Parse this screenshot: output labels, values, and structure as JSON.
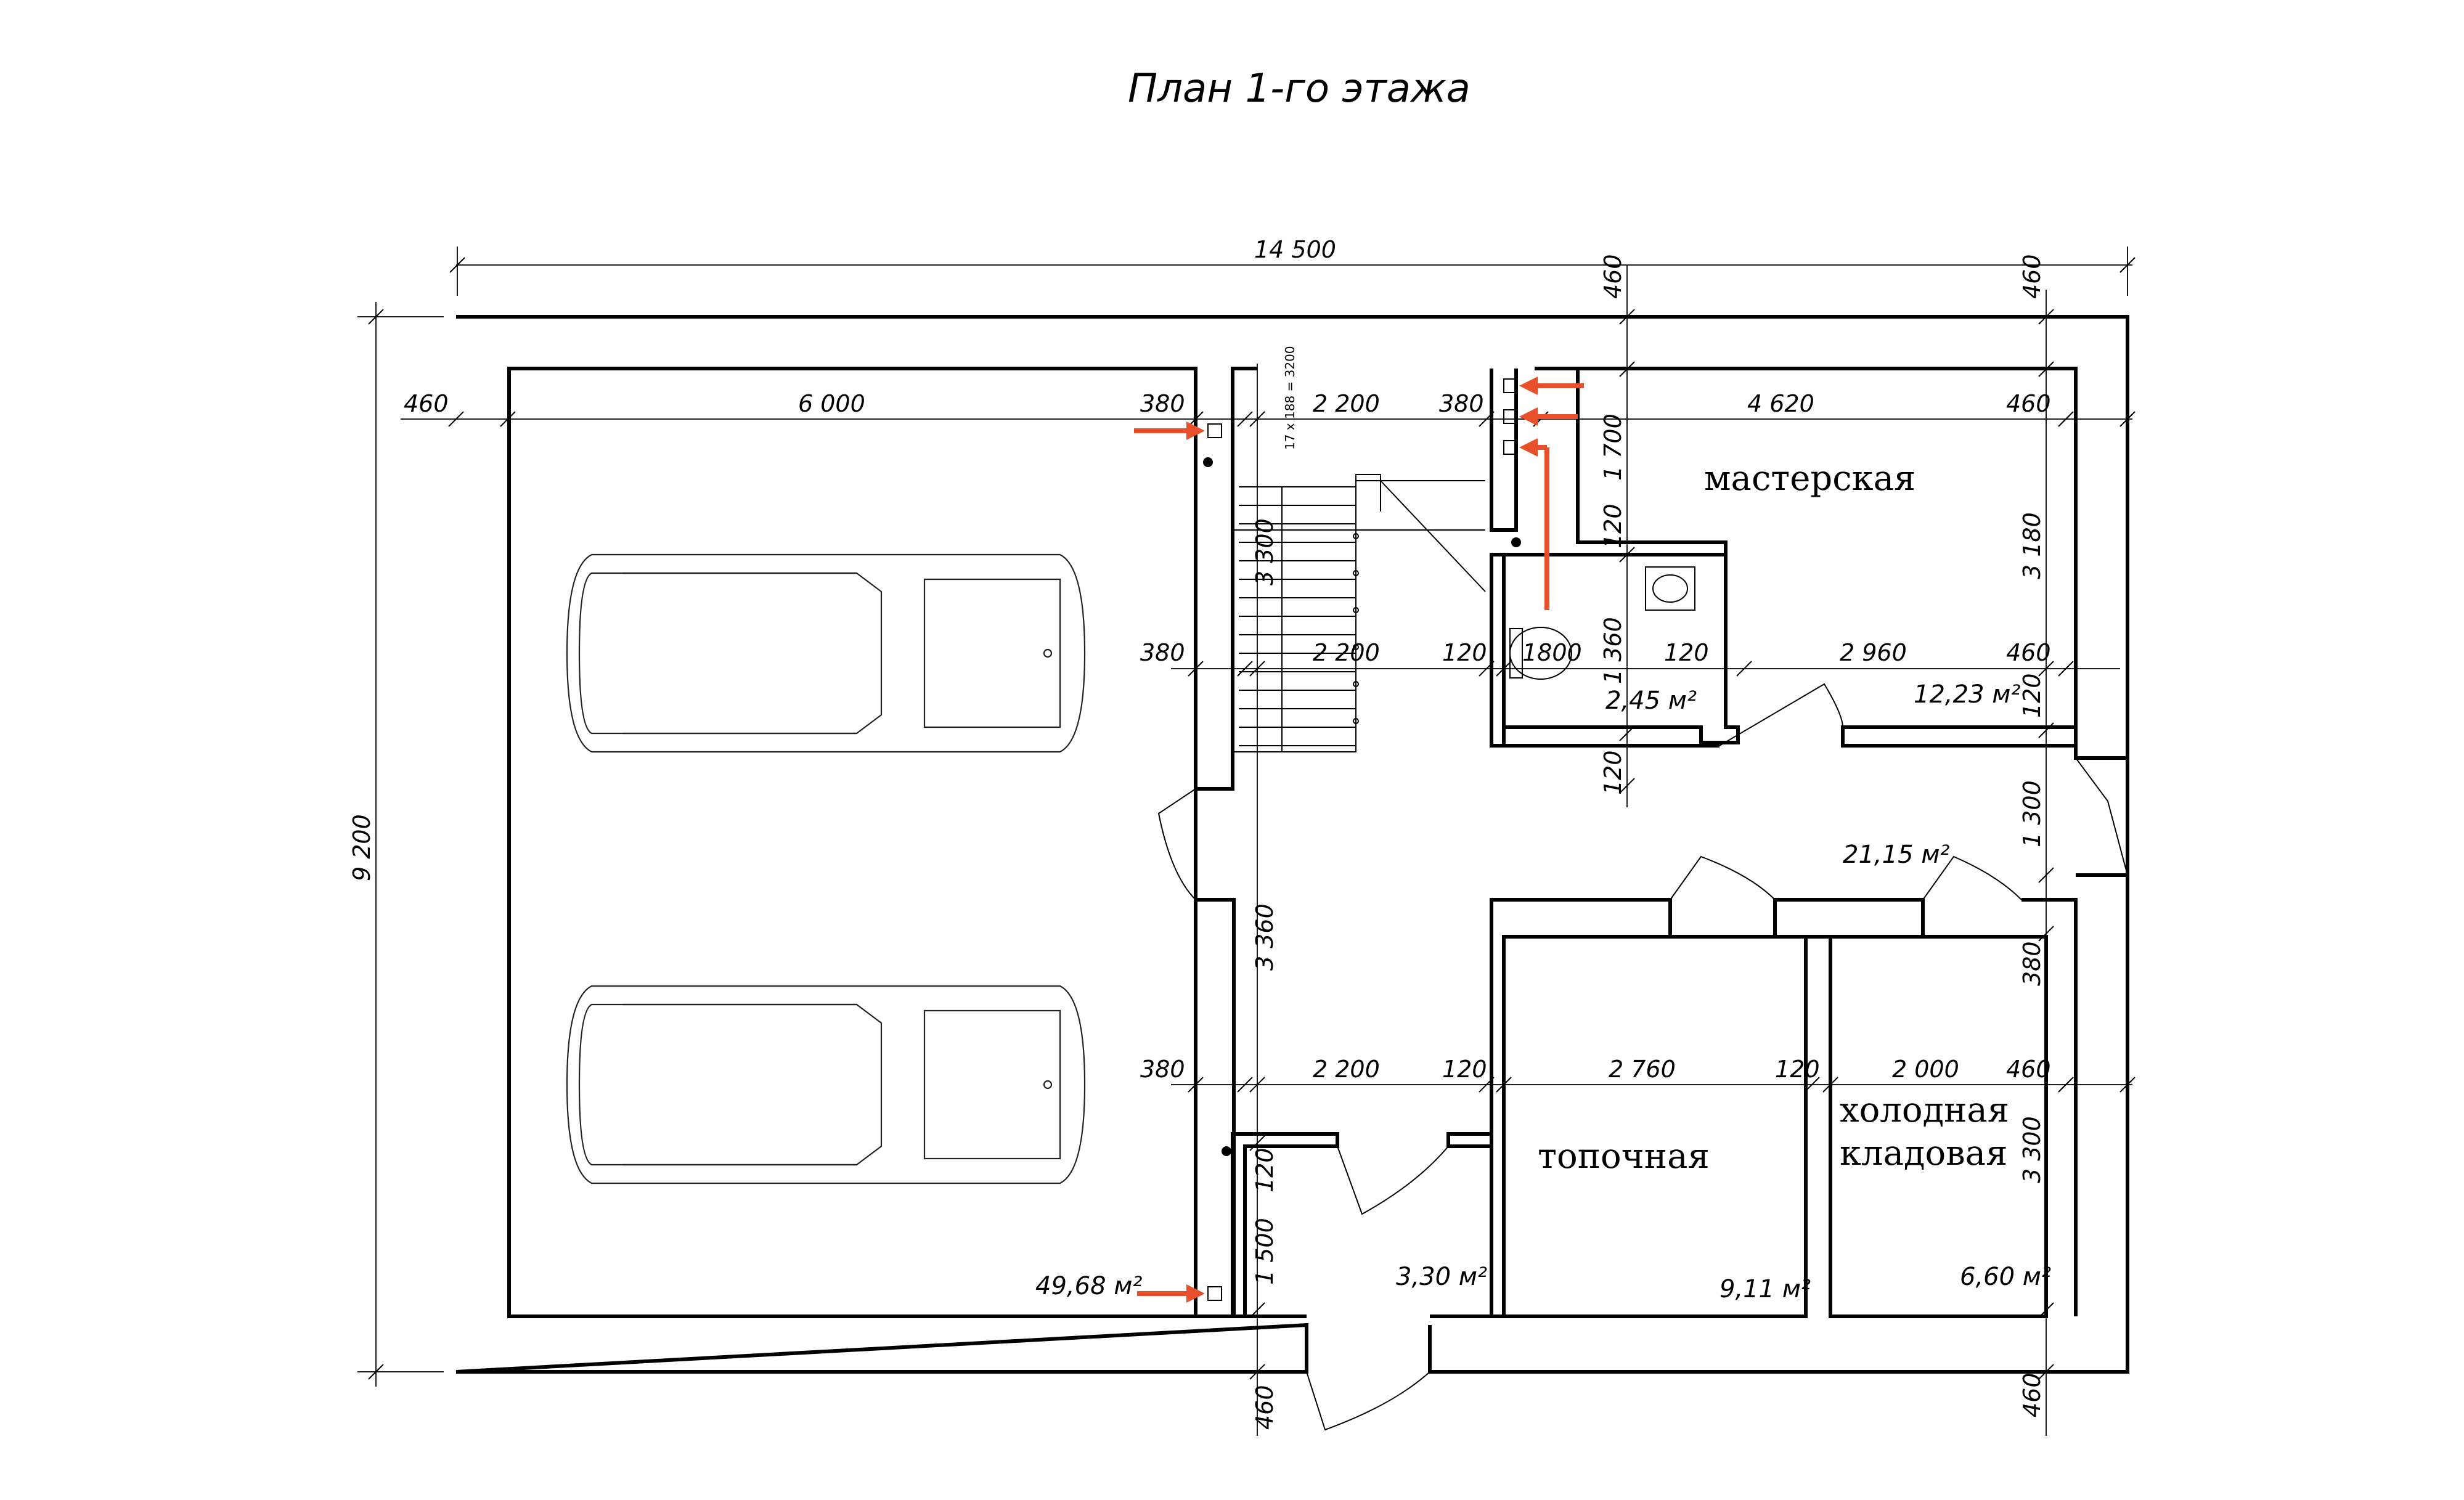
{
  "title": "План 1-го этажа",
  "dimensions": {
    "overall_width": "14 500",
    "overall_height": "9 200",
    "wall_outer": "460",
    "wall_380": "380",
    "wall_120": "120",
    "garage_width": "6 000",
    "stair_width": "2 200",
    "workshop_width": "4 620",
    "hall_width": "2 960",
    "boiler_width": "2 760",
    "pantry_width": "2 000",
    "h_1700": "1 700",
    "h_3180": "3 180",
    "h_3300": "3 300",
    "h_1360": "1 360",
    "h_1300": "1 300",
    "h_3360": "3 360",
    "h_1500": "1 500",
    "h_1800": "1800",
    "stair_note": "17 x 188 = 3200"
  },
  "rooms": {
    "workshop": "мастерская",
    "boiler": "топочная",
    "pantry_line1": "холодная",
    "pantry_line2": "кладовая"
  },
  "areas": {
    "garage": "49,68 м²",
    "workshop": "12,23 м²",
    "bathroom": "2,45 м²",
    "hall": "21,15 м²",
    "vestibule": "3,30 м²",
    "boiler": "9,11 м²",
    "pantry": "6,60 м²"
  },
  "colors": {
    "accent_arrow": "#e8502b",
    "line": "#000000"
  }
}
